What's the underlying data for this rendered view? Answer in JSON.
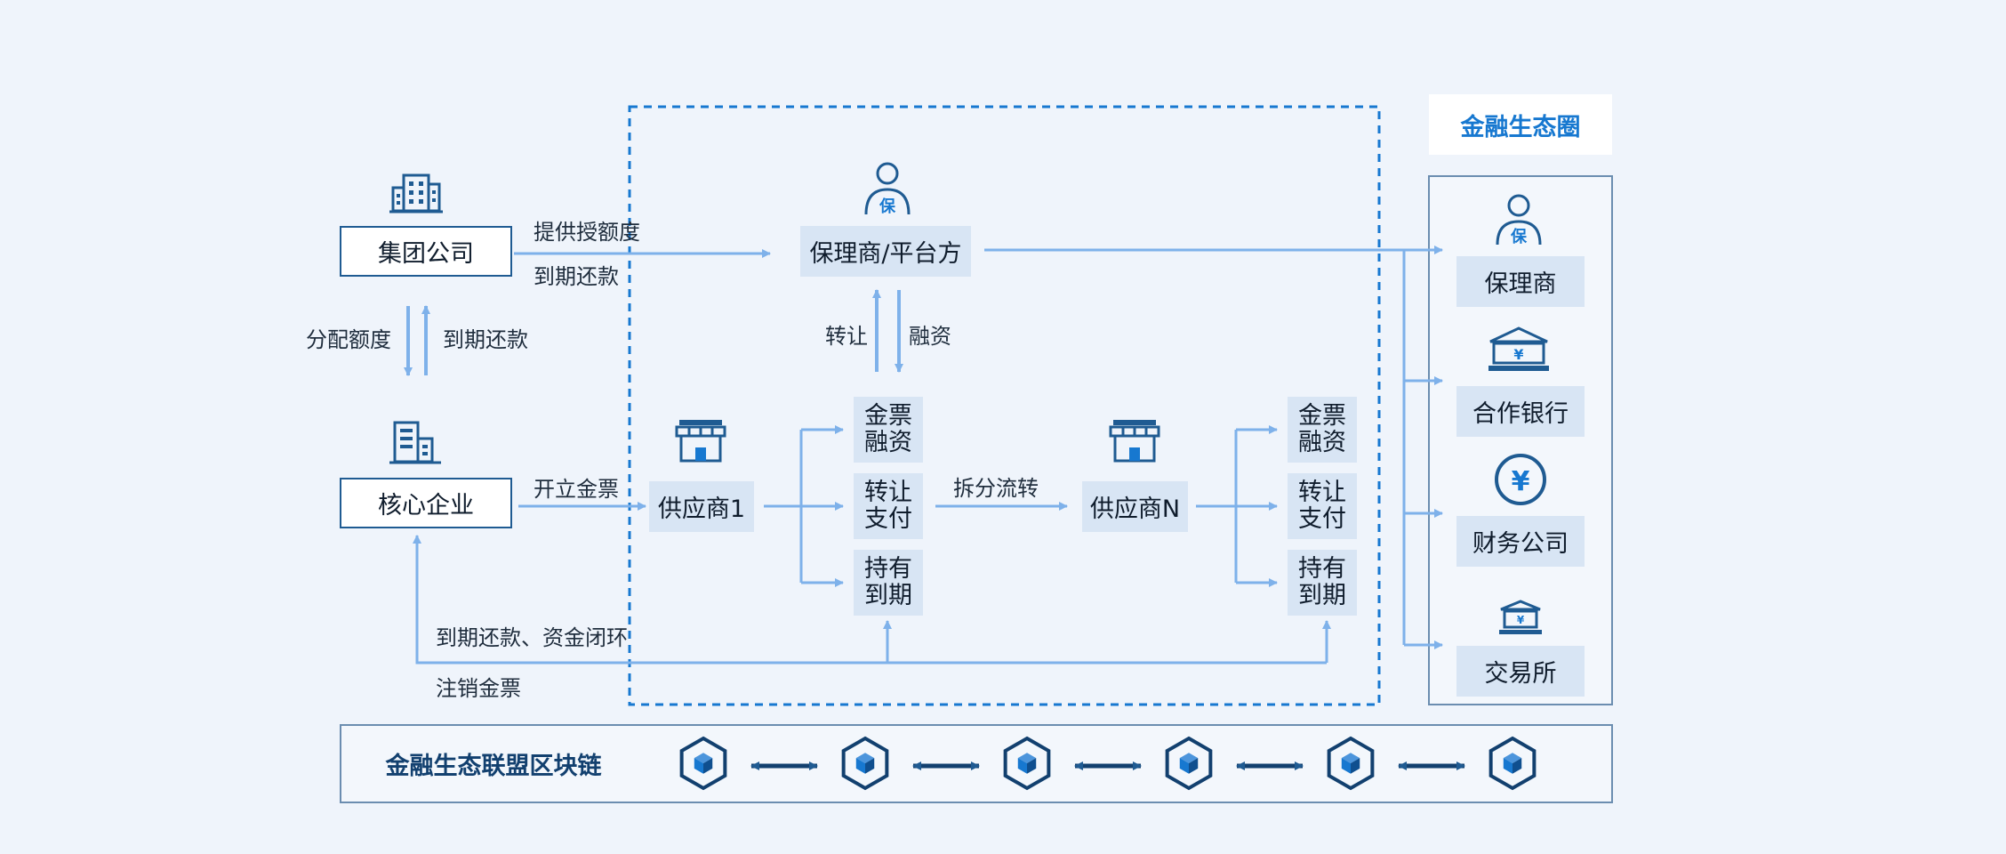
{
  "nodes": {
    "group_company": "集团公司",
    "core_enterprise": "核心企业",
    "factor_platform": "保理商/平台方",
    "supplier_1": "供应商1",
    "supplier_n": "供应商N",
    "s1_ops": [
      [
        "金票",
        "融资"
      ],
      [
        "转让",
        "支付"
      ],
      [
        "持有",
        "到期"
      ]
    ],
    "sn_ops": [
      [
        "金票",
        "融资"
      ],
      [
        "转让",
        "支付"
      ],
      [
        "持有",
        "到期"
      ]
    ]
  },
  "edge_labels": {
    "provide_credit": "提供授额度",
    "repay_due_top": "到期还款",
    "allocate_quota": "分配额度",
    "repay_due_left": "到期还款",
    "transfer": "转让",
    "financing": "融资",
    "issue_ticket": "开立金票",
    "split_transfer": "拆分流转",
    "repay_close": "到期还款、资金闭环",
    "cancel_ticket": "注销金票"
  },
  "ecosystem": {
    "title": "金融生态圈",
    "members": [
      "保理商",
      "合作银行",
      "财务公司",
      "交易所"
    ]
  },
  "blockchain": {
    "title": "金融生态联盟区块链",
    "node_count": 6
  },
  "badges": {
    "guarantor_glyph": "保",
    "yen_glyph": "¥"
  },
  "icons": [
    "building-icon",
    "office-building-icon",
    "person-guarantor-icon",
    "shop-icon",
    "bank-icon",
    "yen-coin-icon",
    "exchange-icon",
    "blockchain-cube-icon"
  ],
  "colors": {
    "background": "#eff4fb",
    "light_blue_arrow": "#7eb1ea",
    "dark_blue": "#1f5b92",
    "accent_blue": "#1778d0",
    "node_fill": "#d8e5f4",
    "dashed_border": "#1778d0"
  }
}
